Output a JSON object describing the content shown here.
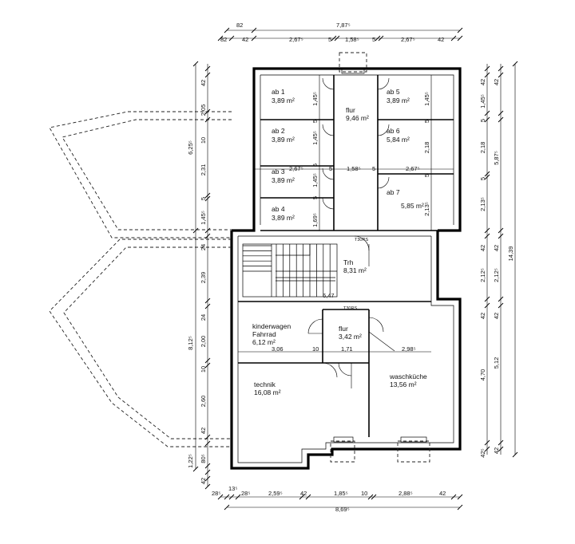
{
  "rooms": {
    "ab1": {
      "name": "ab 1",
      "area": "3,89 m²"
    },
    "ab2": {
      "name": "ab 2",
      "area": "3,89 m²"
    },
    "ab3": {
      "name": "ab 3",
      "area": "3,89 m²"
    },
    "ab4": {
      "name": "ab 4",
      "area": "3,89 m²"
    },
    "ab5": {
      "name": "ab 5",
      "area": "3,89 m²"
    },
    "ab6": {
      "name": "ab 6",
      "area": "5,84 m²"
    },
    "ab7": {
      "name": "ab 7",
      "area": "5,85 m²"
    },
    "flur_top": {
      "name": "flur",
      "area": "9,46 m²"
    },
    "trh": {
      "name": "Trh",
      "area": "8,31 m²"
    },
    "kinderwagen": {
      "name1": "kinderwagen",
      "name2": "Fahrrad",
      "area": "6,12 m²"
    },
    "flur_mid": {
      "name": "flur",
      "area": "3,42 m²"
    },
    "technik": {
      "name": "technik",
      "area": "16,08 m²"
    },
    "waschkueche": {
      "name": "waschküche",
      "area": "13,56 m²"
    }
  },
  "door_marks": {
    "t30rs_1": "T30RS",
    "t30rs_2": "T30RS",
    "stair_rise": "6,47"
  },
  "dims_top": {
    "overall": "7,87⁵",
    "d82a": "82",
    "d82b": "82",
    "d42a": "42",
    "d267a": "2,67⁵",
    "d5a": "5",
    "d158": "1,58⁵",
    "d5b": "5",
    "d267b": "2,67⁵",
    "d42b": "42"
  },
  "dims_inner": {
    "d267c": "2,67⁵",
    "d5c": "5",
    "d158b": "1,58⁵",
    "d5d": "5",
    "d267d": "2,67⁵",
    "w306": "3,06",
    "w10": "10",
    "w171": "1,71",
    "w298": "2,98⁵"
  },
  "dims_bottom": {
    "overall": "8,69⁵",
    "d28a": "28⁵",
    "d13": "13⁵",
    "d28b": "28⁵",
    "d259": "2,59⁵",
    "d42a": "42",
    "d185": "1,85⁵",
    "d10": "10",
    "d288": "2,88⁵",
    "d42b": "42"
  },
  "dims_left": {
    "overall_top": "6,25⁵",
    "overall_bottom": "8,12⁵",
    "d42a": "42",
    "d205": "2,05",
    "d10": "10",
    "d231": "2,31",
    "d5": "5",
    "d145": "1,45⁵",
    "d24a": "24",
    "d239": "2,39",
    "d24b": "24",
    "d200": "2,00",
    "d10b": "10",
    "d260": "2,60",
    "d42b": "42",
    "d80": "80⁵",
    "d122": "1,22⁵",
    "d42c": "42"
  },
  "dims_right": {
    "total": "14,39",
    "d42a": "42",
    "d42b": "42",
    "d145": "1,45⁵",
    "d5a": "5",
    "d218a": "2,18",
    "d587": "5,87⁵",
    "d5b": "5",
    "d213": "2,13⁵",
    "d42c": "42",
    "d42d": "42",
    "d212a": "2,12⁵",
    "d212b": "2,12⁵",
    "d42e": "42",
    "d42f": "42",
    "d470": "4,70",
    "d512": "5,12",
    "d42g": "42⁵",
    "d42h": "42"
  },
  "dims_room_inner": {
    "ab1_h": "1,45⁵",
    "ab2_h": "1,45⁵",
    "ab3_h": "1,45⁵",
    "ab4_h": "1,69⁵",
    "ab5_h": "1,45⁵",
    "ab6_h": "2,18",
    "ab7_h": "2,13⁵",
    "s5a": "5",
    "s5b": "5",
    "s5c": "5",
    "s5d": "5",
    "s5e": "5",
    "s5f": "5"
  }
}
